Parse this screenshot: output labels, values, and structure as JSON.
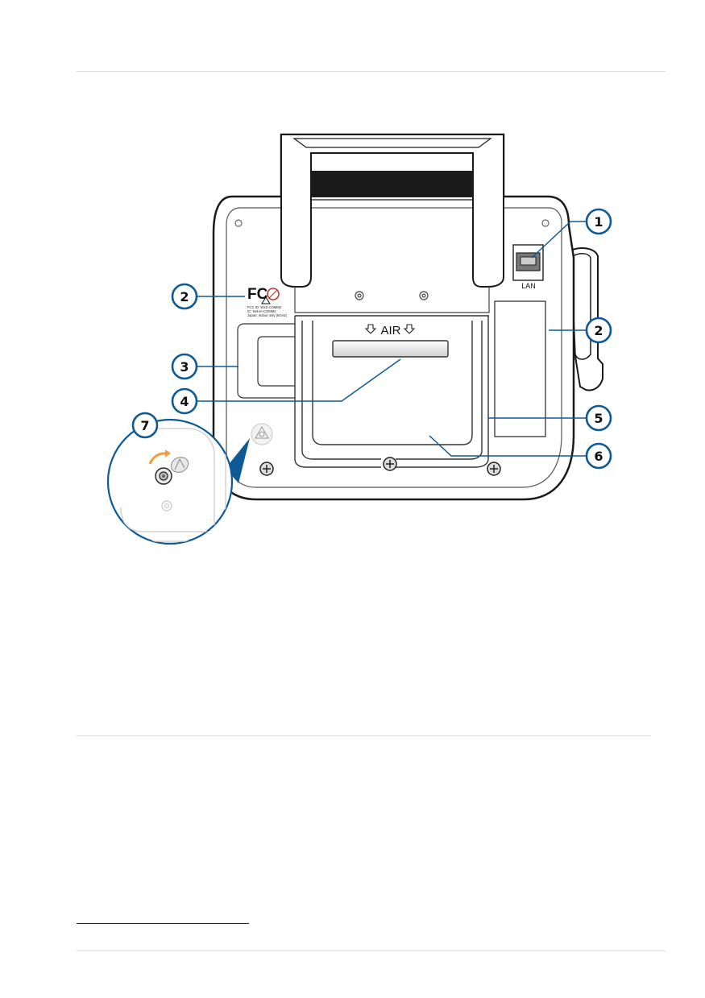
{
  "figure": {
    "air_label": "AIR",
    "lan_label": "LAN",
    "fcc_logo_text": "FC",
    "label_fine_print": [
      "FCC ID: W2Z-COMM2",
      "IC: 9444A-COMM2",
      "Japan: Indoor only (5GHz)"
    ],
    "callouts": [
      {
        "number": "1",
        "target": "LAN port"
      },
      {
        "number": "2",
        "target": "Regulatory label (left)"
      },
      {
        "number": "2",
        "target": "Label area (right)"
      },
      {
        "number": "3",
        "target": "Recessed panel"
      },
      {
        "number": "4",
        "target": "Air vent"
      },
      {
        "number": "5",
        "target": "Handle frame"
      },
      {
        "number": "6",
        "target": "Battery cover"
      },
      {
        "number": "7",
        "target": "Cover screw detail"
      }
    ]
  },
  "colors": {
    "accent": "#0e5a96",
    "device_fill": "#ffffff",
    "device_stroke": "#1a1a1a",
    "arrow_orange": "#f39c3b"
  }
}
